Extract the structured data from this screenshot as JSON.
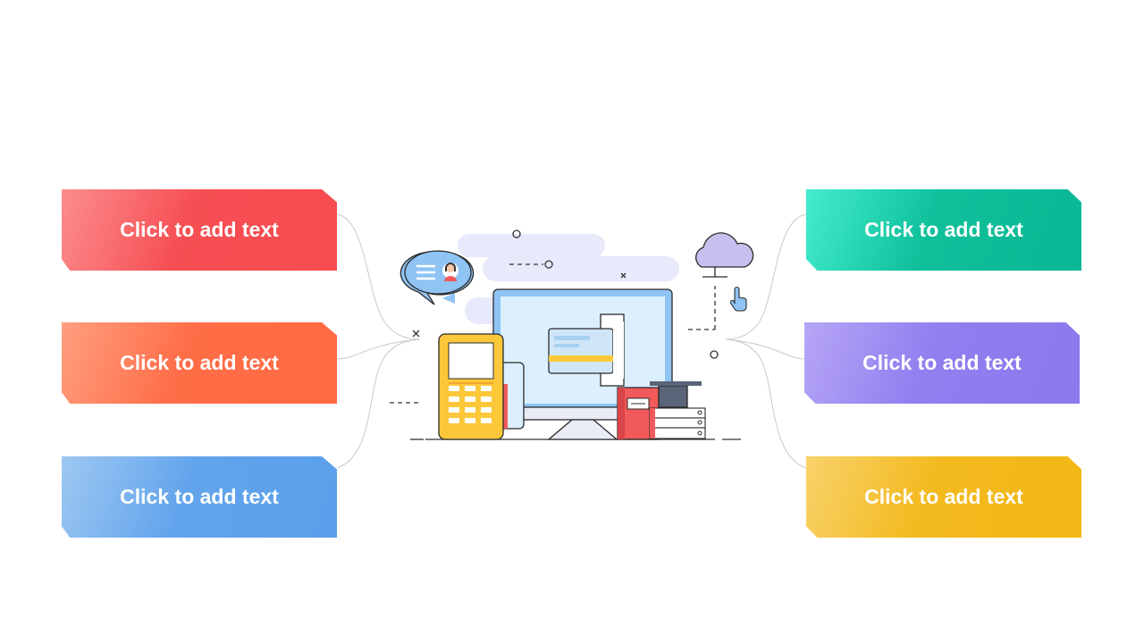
{
  "boxes": {
    "left_1": {
      "text": "Click to add text"
    },
    "left_2": {
      "text": "Click to add text"
    },
    "left_3": {
      "text": "Click to add text"
    },
    "right_1": {
      "text": "Click to add text"
    },
    "right_2": {
      "text": "Click to add text"
    },
    "right_3": {
      "text": "Click to add text"
    }
  },
  "colors": {
    "red": "#f64f53",
    "orange": "#ff6d47",
    "blue": "#62a4ec",
    "teal": "#0fc09b",
    "purple": "#927eef",
    "yellow": "#f3ba1f",
    "connector": "#c8c8c8"
  },
  "illustration": {
    "icons": [
      "speech-bubble-avatar-icon",
      "cloud-icon",
      "pointer-hand-icon",
      "desktop-monitor-icon",
      "credit-card-icon",
      "pos-terminal-icon",
      "books-icon",
      "server-stack-icon"
    ]
  }
}
